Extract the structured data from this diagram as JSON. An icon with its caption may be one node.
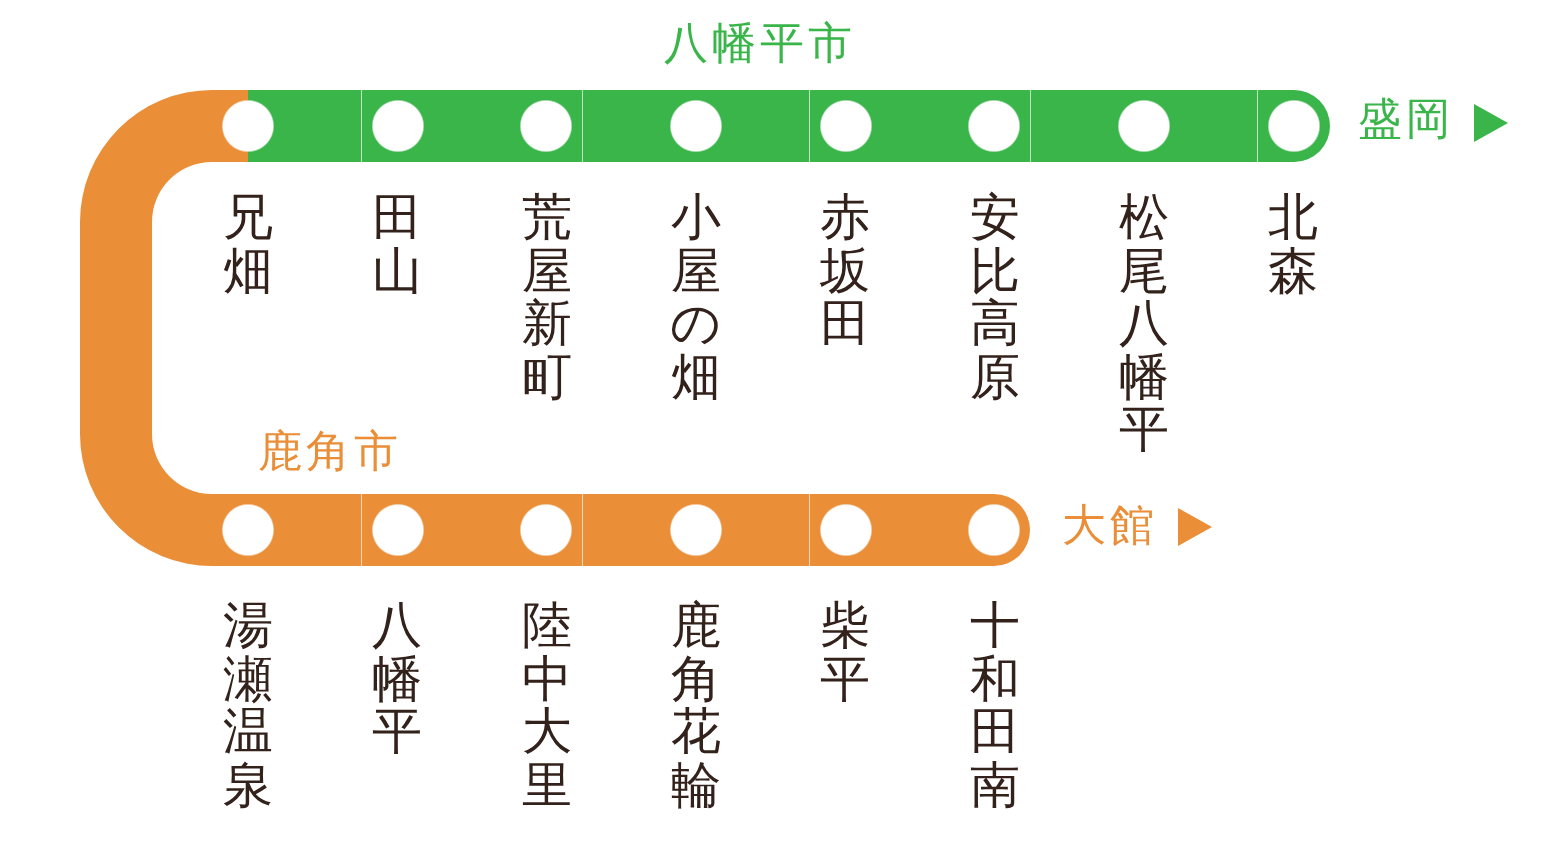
{
  "diagram": {
    "nodes": [
      {
        "text": [
          "兄畑"
        ]
      },
      {
        "text": [
          "田山"
        ]
      },
      {
        "text": [
          "荒屋新町"
        ]
      },
      {
        "text": [
          "小屋の畑"
        ]
      },
      {
        "text": [
          "赤坂田"
        ]
      },
      {
        "text": [
          "安比高原"
        ]
      },
      {
        "text": [
          "松尾八幡平"
        ]
      },
      {
        "text": [
          "北森"
        ]
      },
      {
        "text": [
          "湯瀬温泉"
        ]
      },
      {
        "text": [
          "八幡平"
        ]
      },
      {
        "text": [
          "陸中大里"
        ]
      },
      {
        "text": [
          "鹿角花輪"
        ]
      },
      {
        "text": [
          "柴平"
        ]
      },
      {
        "text": [
          "十和田南"
        ]
      }
    ],
    "edges": [
      {
        "from": 0,
        "to": 1,
        "arrow": "none"
      },
      {
        "from": 1,
        "to": 2,
        "arrow": "none"
      },
      {
        "from": 2,
        "to": 3,
        "arrow": "none"
      },
      {
        "from": 3,
        "to": 4,
        "arrow": "none"
      },
      {
        "from": 4,
        "to": 5,
        "arrow": "none"
      },
      {
        "from": 5,
        "to": 6,
        "arrow": "none"
      },
      {
        "from": 6,
        "to": 7,
        "arrow": "none"
      },
      {
        "from": 0,
        "to": 8,
        "arrow": "none",
        "color": "#ea8e38"
      },
      {
        "from": 8,
        "to": 9,
        "arrow": "none",
        "color": "#ea8e38"
      },
      {
        "from": 9,
        "to": 10,
        "arrow": "none",
        "color": "#ea8e38"
      },
      {
        "from": 10,
        "to": 11,
        "arrow": "none",
        "color": "#ea8e38"
      },
      {
        "from": 11,
        "to": 12,
        "arrow": "none",
        "color": "#ea8e38"
      },
      {
        "from": 12,
        "to": 13,
        "arrow": "none",
        "color": "#ea8e38"
      }
    ],
    "labels": [
      "八幡平市",
      "盛岡",
      "鹿角市",
      "大館"
    ]
  }
}
